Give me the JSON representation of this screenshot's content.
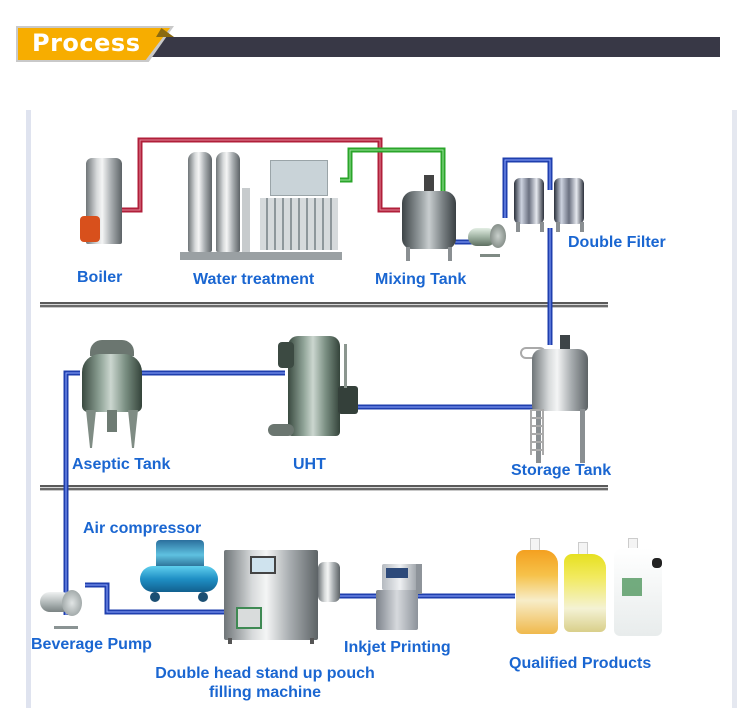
{
  "header": {
    "title": "Process",
    "accent_color": "#f7ad00",
    "bar_color": "#383846"
  },
  "diagram": {
    "pipe_colors": {
      "steam": "#b01f3a",
      "water": "#2aa52a",
      "product": "#1f3fae"
    },
    "rows": [
      {
        "stages": [
          {
            "id": "boiler",
            "label": "Boiler",
            "icon": "boiler-icon"
          },
          {
            "id": "water-treatment",
            "label": "Water treatment",
            "icon": "water-treatment-icon"
          },
          {
            "id": "mixing-tank",
            "label": "Mixing Tank",
            "icon": "mixing-tank-icon"
          },
          {
            "id": "double-filter",
            "label": "Double Filter",
            "icon": "double-filter-icon"
          }
        ]
      },
      {
        "stages": [
          {
            "id": "aseptic-tank",
            "label": "Aseptic Tank",
            "icon": "aseptic-tank-icon"
          },
          {
            "id": "uht",
            "label": "UHT",
            "icon": "uht-sterilizer-icon"
          },
          {
            "id": "storage-tank",
            "label": "Storage Tank",
            "icon": "storage-tank-icon"
          }
        ]
      },
      {
        "stages": [
          {
            "id": "air-compressor",
            "label": "Air compressor",
            "icon": "air-compressor-icon"
          },
          {
            "id": "beverage-pump",
            "label": "Beverage Pump",
            "icon": "beverage-pump-icon"
          },
          {
            "id": "filling-machine",
            "label_line1": "Double head stand up pouch",
            "label_line2": "filling machine",
            "icon": "filling-machine-icon"
          },
          {
            "id": "inkjet-printing",
            "label": "Inkjet Printing",
            "icon": "inkjet-printer-icon"
          },
          {
            "id": "qualified-products",
            "label": "Qualified Products",
            "icon": "spout-pouch-products-icon"
          }
        ]
      }
    ]
  }
}
